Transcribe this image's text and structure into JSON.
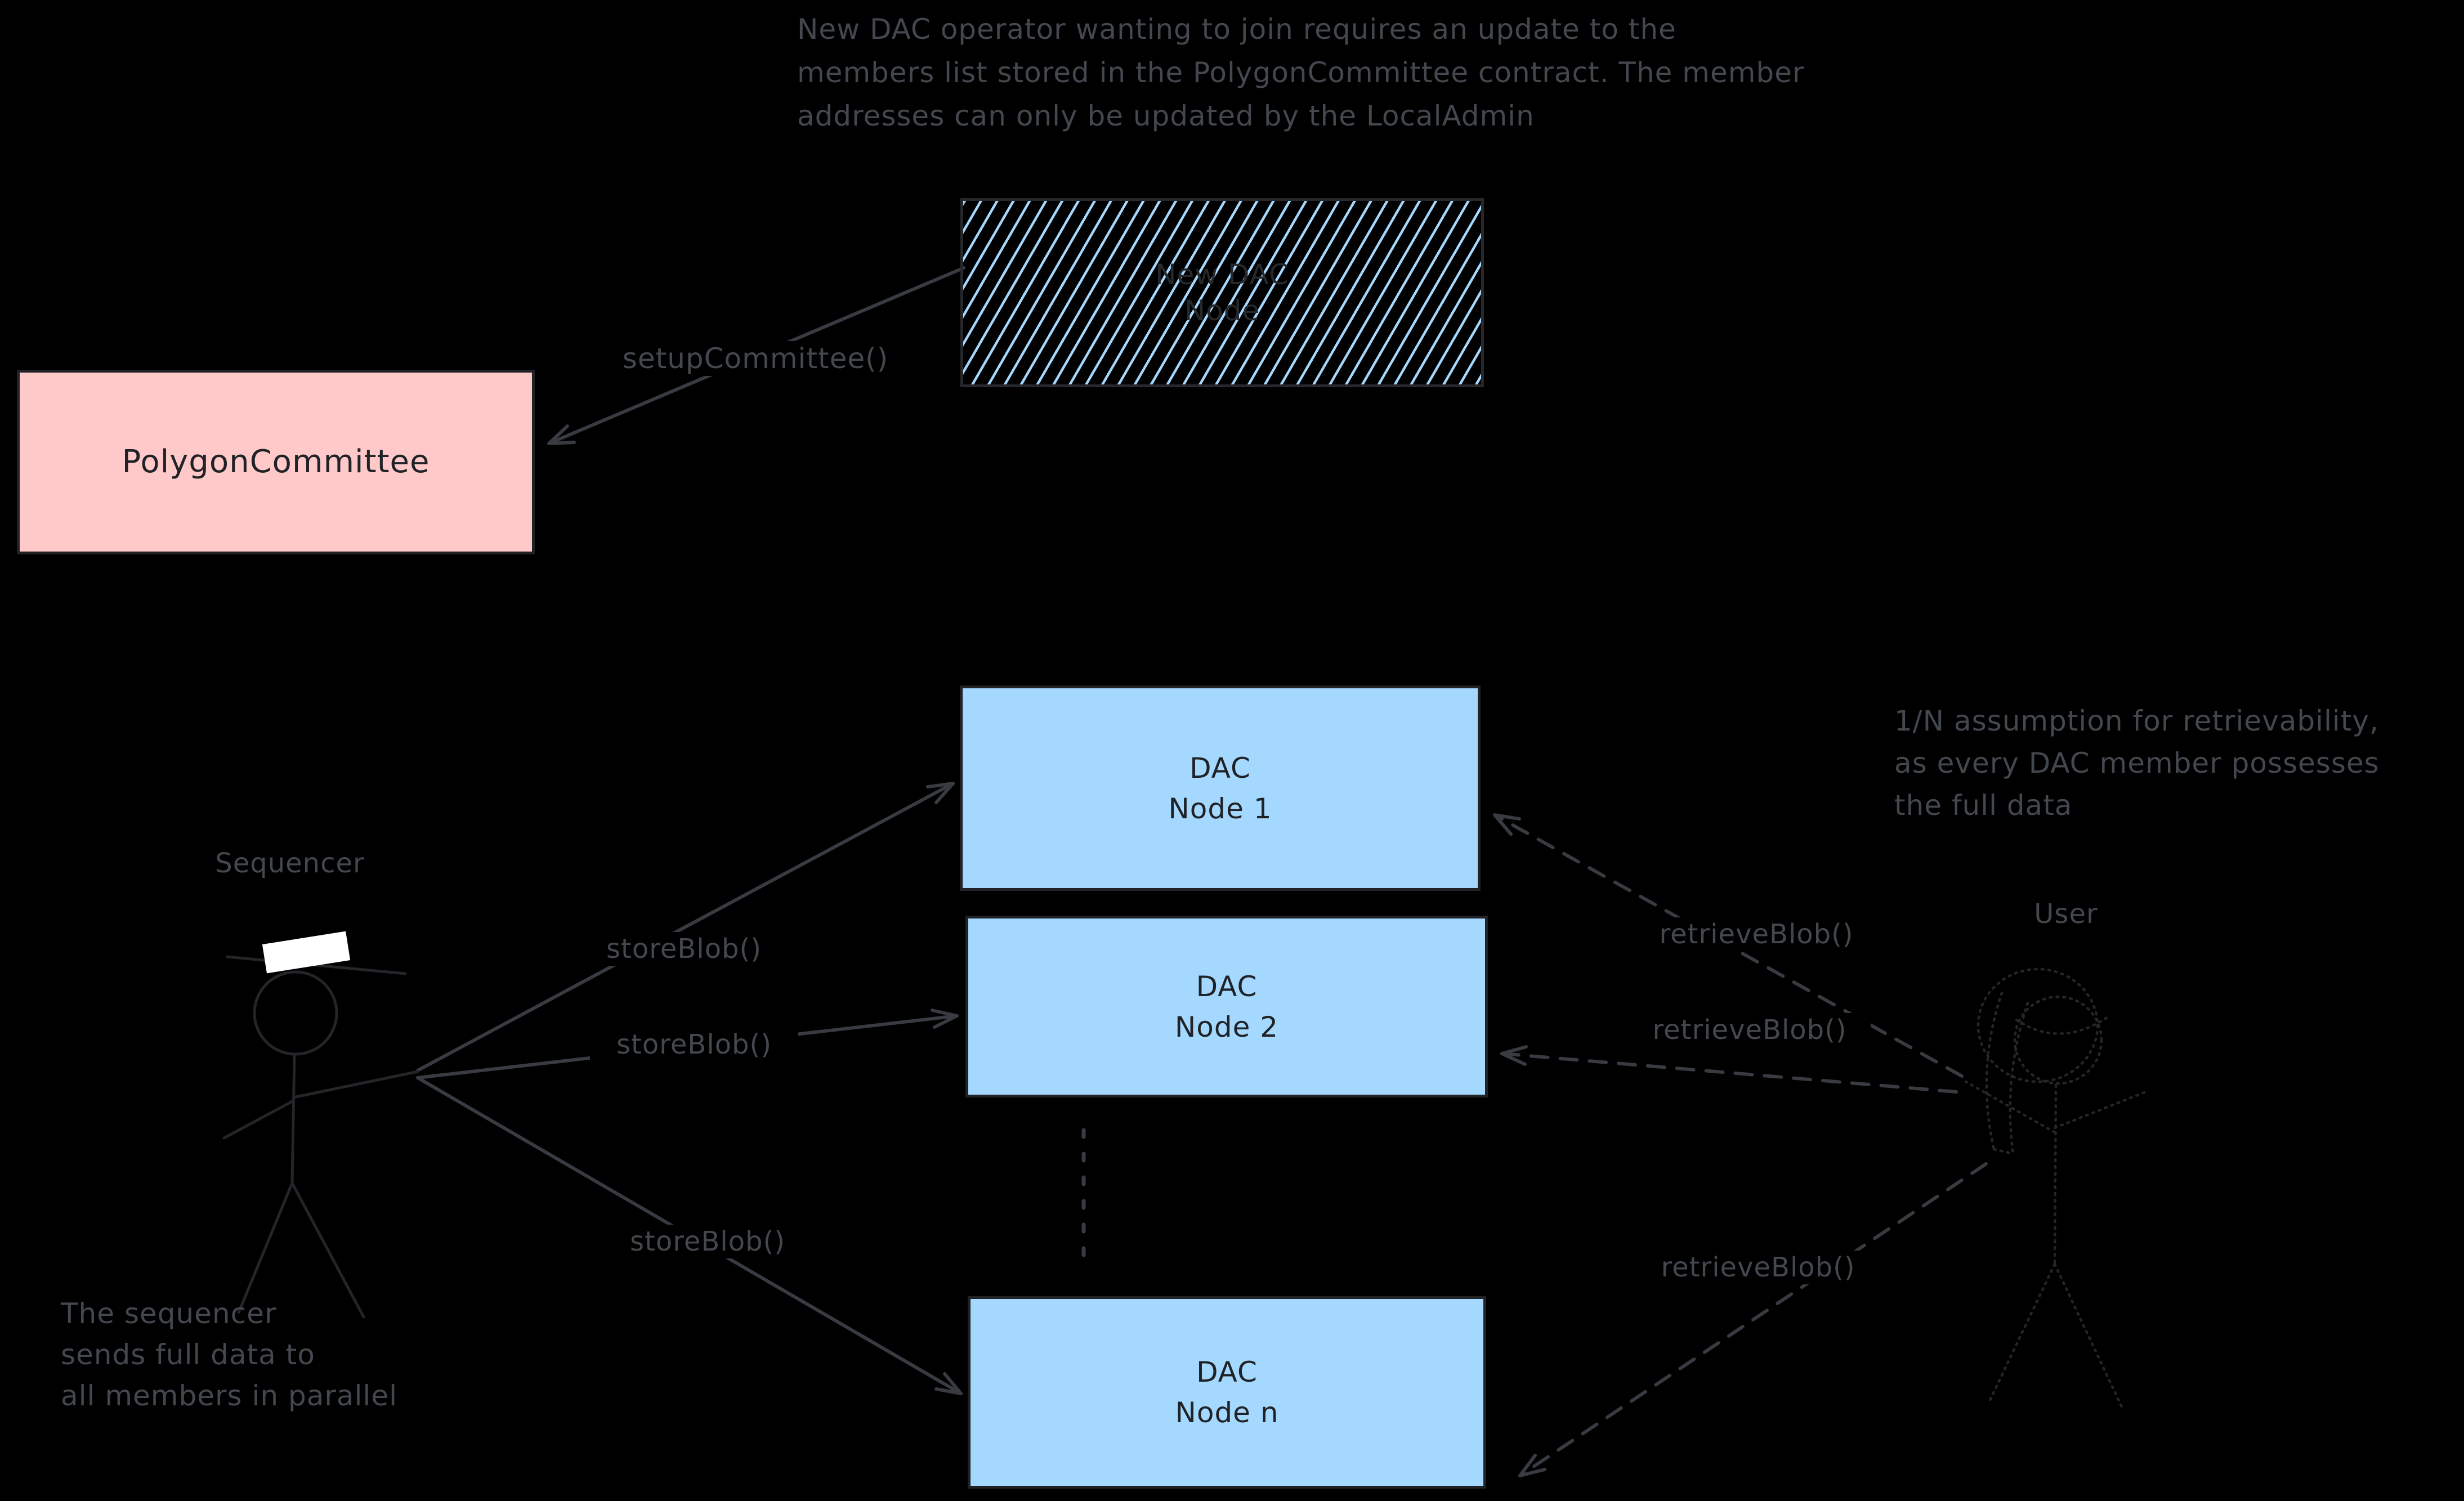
{
  "colors": {
    "background": "#000000",
    "dac_node_fill": "#a5d8ff",
    "committee_fill": "#ffc9c9",
    "hatch_stripe": "#a5d8ff",
    "box_border": "#202226",
    "box_text": "#1f2226",
    "annotation_text": "#43474e",
    "arrow_stroke": "#383b41",
    "figure_stroke": "#232529",
    "sequencer_hat": "#ffffff"
  },
  "annotations": {
    "top_note": "New DAC operator wanting to join requires an update to the\nmembers list stored in the PolygonCommittee contract. The member\naddresses can only be updated by the LocalAdmin",
    "retrievability_note": "1/N assumption for retrievability,\nas every DAC member possesses\nthe full data",
    "parallel_note": "The sequencer\nsends full data to\nall members in parallel"
  },
  "actors": {
    "sequencer_label": "Sequencer",
    "user_label": "User"
  },
  "nodes": {
    "new_dac_node": "New DAC\nNode",
    "polygon_committee": "PolygonCommittee",
    "dac_node_1": "DAC\nNode 1",
    "dac_node_2": "DAC\nNode 2",
    "dac_node_n": "DAC\nNode n"
  },
  "edges": {
    "setup_committee": "setupCommittee()",
    "store_blob": "storeBlob()",
    "retrieve_blob": "retrieveBlob()"
  }
}
